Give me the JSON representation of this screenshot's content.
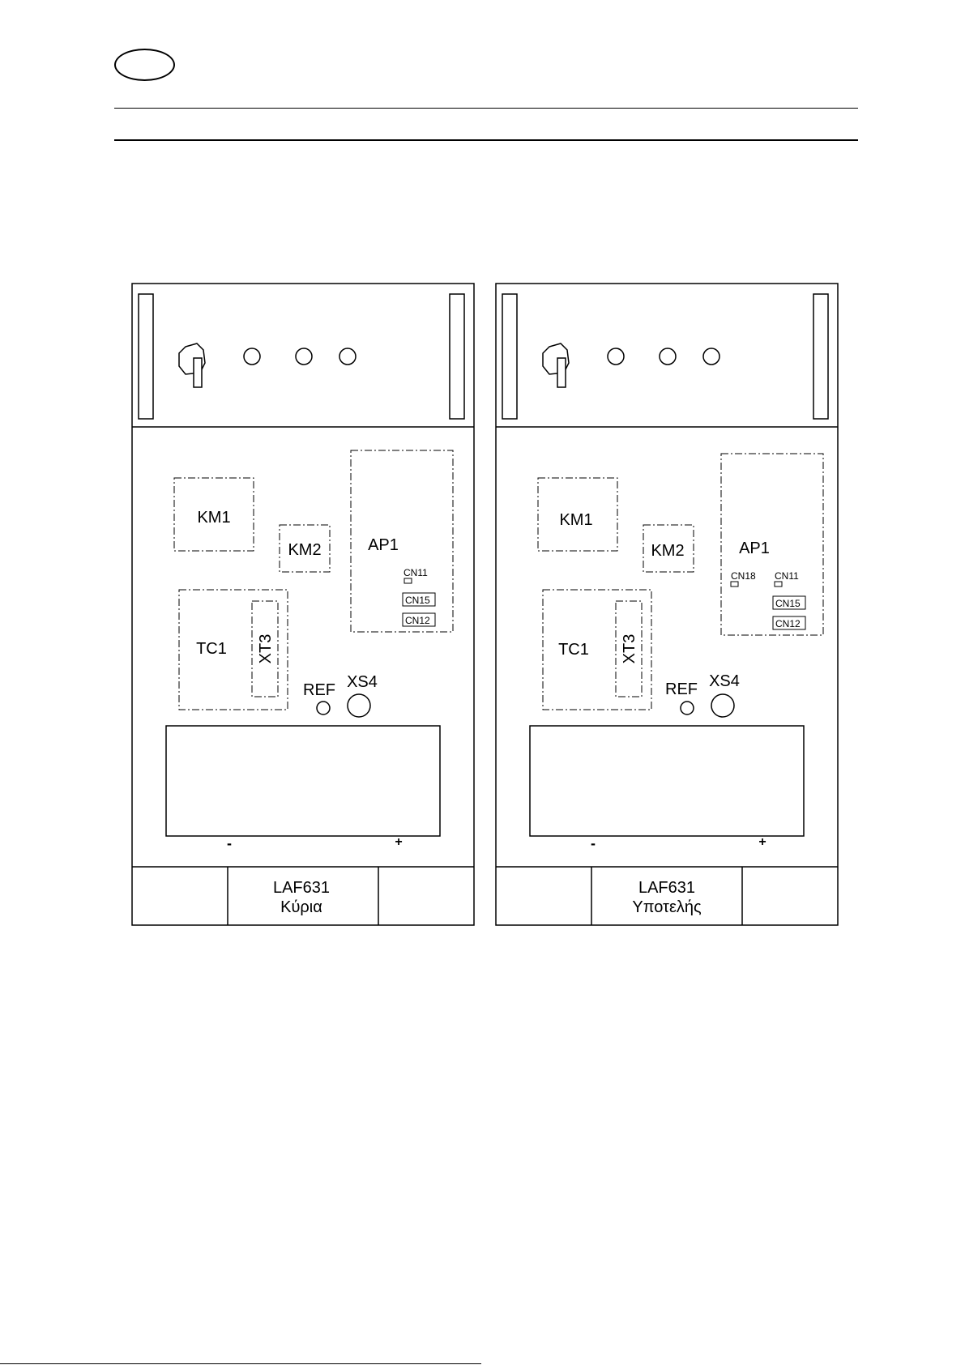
{
  "language_badge": "",
  "units": [
    {
      "id": "left",
      "model": "LAF631",
      "role": "Κύρια",
      "components": {
        "km1": "KM1",
        "km2": "KM2",
        "ap1": "AP1",
        "tc1": "TC1",
        "xt3": "XT3",
        "ref": "REF",
        "xs4": "XS4",
        "cn11": "CN11",
        "cn15": "CN15",
        "cn12": "CN12",
        "cn18": ""
      },
      "terminal_minus": "-",
      "terminal_plus": "+"
    },
    {
      "id": "right",
      "model": "LAF631",
      "role": "Υποτελής",
      "components": {
        "km1": "KM1",
        "km2": "KM2",
        "ap1": "AP1",
        "tc1": "TC1",
        "xt3": "XT3",
        "ref": "REF",
        "xs4": "XS4",
        "cn11": "CN11",
        "cn15": "CN15",
        "cn12": "CN12",
        "cn18": "CN18"
      },
      "terminal_minus": "-",
      "terminal_plus": "+"
    }
  ]
}
